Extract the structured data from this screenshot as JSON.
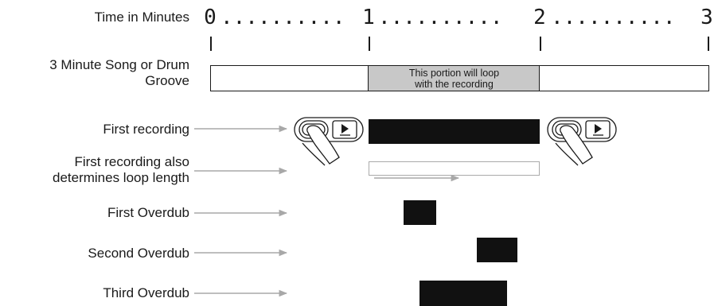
{
  "header": {
    "time_label": "Time in Minutes"
  },
  "timeline": {
    "marks": [
      "0",
      "1",
      "2",
      "3"
    ],
    "dots": "..........",
    "dots_short": ".........."
  },
  "song_row": {
    "label_line1": "3 Minute Song or Drum",
    "label_line2": "Groove",
    "loop_text_line1": "This portion will loop",
    "loop_text_line2": "with the recording"
  },
  "rows": [
    {
      "label": "First recording"
    },
    {
      "label_line1": "First recording also",
      "label_line2": "determines loop length"
    },
    {
      "label": "First Overdub"
    },
    {
      "label": "Second Overdub"
    },
    {
      "label": "Third Overdub"
    }
  ],
  "icons": {
    "rec_button": "record-button-icon",
    "play_button": "play-button-icon",
    "finger": "pressing-finger-icon",
    "arrow": "right-arrow-icon"
  },
  "colors": {
    "bar": "#111111",
    "loop_fill": "#c8c8c8",
    "arrow": "#a8a8a8",
    "outline": "#1a1a1a"
  }
}
